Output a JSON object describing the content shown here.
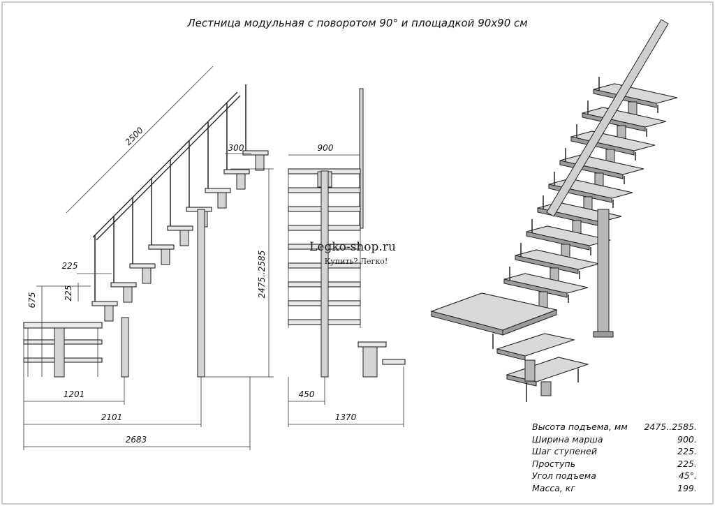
{
  "title": "Лестница модульная с поворотом 90° и площадкой 90х90 см",
  "watermark": {
    "site": "Legko-shop.ru",
    "slogan": "Купить? Легко!"
  },
  "side_view": {
    "rail_length": "2500",
    "step_depth": "300",
    "tread_pitch": "225",
    "riser_height": "225",
    "platform_height": "675",
    "height_range": "2475..2585",
    "width_1": "1201",
    "width_2": "2101",
    "width_3": "2683"
  },
  "front_view": {
    "march_width": "900",
    "offset": "450",
    "total_width": "1370"
  },
  "specs": [
    {
      "label": "Высота подъема, мм",
      "value": "2475..2585."
    },
    {
      "label": "Ширина марша",
      "value": "900."
    },
    {
      "label": "Шаг ступеней",
      "value": "225."
    },
    {
      "label": "Проступь",
      "value": "225."
    },
    {
      "label": "Угол подъема",
      "value": "45°."
    },
    {
      "label": "Масса, кг",
      "value": "199."
    }
  ]
}
